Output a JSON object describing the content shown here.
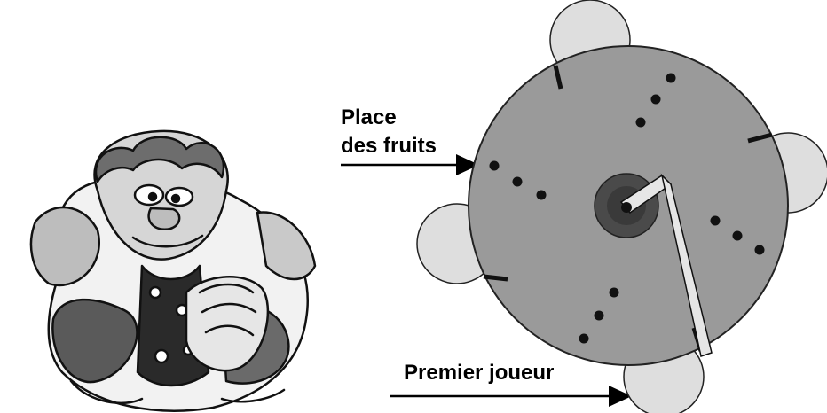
{
  "labels": {
    "fruit_place": [
      "Place",
      "des fruits"
    ],
    "first_player": "Premier joueur"
  },
  "colors": {
    "board": "#9a9a9a",
    "player_slot": "#dedede",
    "center": "#4a4a4a",
    "fruit": "#111111",
    "pointer": "#e6e6e6",
    "outline": "#222222"
  },
  "icons": [
    "troll-illustration",
    "arrow-right-icon",
    "spinner-icon"
  ]
}
